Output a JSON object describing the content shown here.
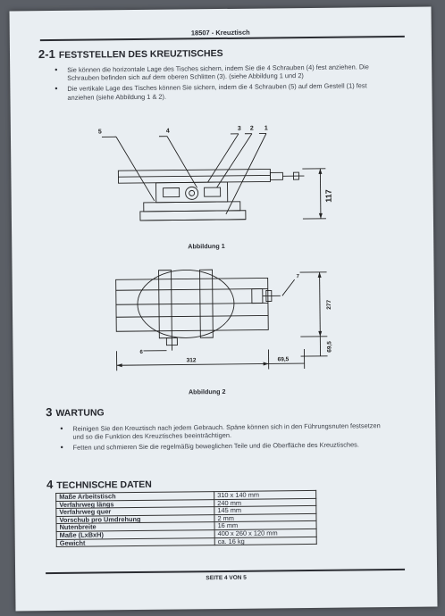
{
  "header": {
    "title": "18507 - Kreuztisch"
  },
  "section1": {
    "number": "2-1",
    "title": "FESTSTELLEN DES KREUZTISCHES",
    "bullets": [
      "Sie können die horizontale Lage des Tisches sichern, indem Sie die 4 Schrauben (4) fest anziehen. Die Schrauben befinden sich auf dem oberen Schlitten (3). (siehe Abbildung 1 und 2)",
      "Die vertikale Lage des Tisches können Sie sichern, indem die 4 Schrauben (5) auf dem Gestell (1) fest anziehen (siehe Abbildung 1 & 2)."
    ]
  },
  "figure1": {
    "callouts": [
      "5",
      "4",
      "3",
      "2",
      "1"
    ],
    "dimension": "117",
    "caption": "Abbildung 1"
  },
  "figure2": {
    "callouts": [
      "7",
      "6"
    ],
    "dimensions": {
      "height": "277",
      "offset": "69,5",
      "length": "312",
      "length2": "69,5"
    },
    "caption": "Abbildung 2"
  },
  "section3": {
    "number": "3",
    "title": "WARTUNG",
    "bullets": [
      "Reinigen Sie den Kreuztisch nach jedem Gebrauch. Späne können sich in den Führungsnuten festsetzen und so die Funktion des Kreuztisches beeinträchtigen.",
      "Fetten und schmieren Sie die regelmäßig beweglichen Teile und die Oberfläche des Kreuztisches."
    ]
  },
  "section4": {
    "number": "4",
    "title": "TECHNISCHE DATEN",
    "rows": [
      {
        "label": "Maße Arbeitstisch",
        "value": "310 x 140 mm"
      },
      {
        "label": "Verfahrweg längs",
        "value": "240 mm"
      },
      {
        "label": "Verfahrweg quer",
        "value": "145 mm"
      },
      {
        "label": "Vorschub pro Umdrehung",
        "value": "2 mm"
      },
      {
        "label": "Nutenbreite",
        "value": "16 mm"
      },
      {
        "label": "Maße (LxBxH)",
        "value": "400 x 260 x 120 mm"
      },
      {
        "label": "Gewicht",
        "value": "ca. 16 kg"
      }
    ]
  },
  "footer": {
    "page": "SEITE 4 VON 5"
  }
}
